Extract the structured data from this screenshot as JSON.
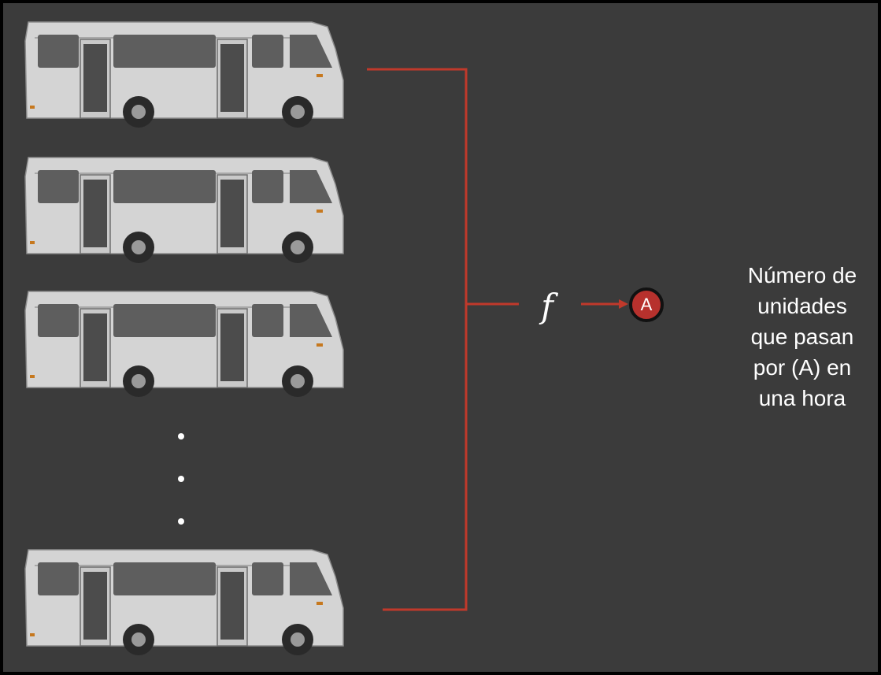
{
  "diagram": {
    "symbol": "f",
    "point_label": "A",
    "caption_lines": [
      "Número de",
      "unidades",
      "que pasan",
      "por (A) en",
      "una hora"
    ],
    "icons": {
      "vehicle": "bus-icon",
      "continuation": "ellipsis-dots"
    },
    "bus_count_drawn": 4,
    "colors": {
      "background": "#3b3b3b",
      "connector": "#c0392b",
      "point_fill": "#b7312d",
      "text": "#ffffff",
      "bus_body": "#d4d4d4"
    }
  }
}
